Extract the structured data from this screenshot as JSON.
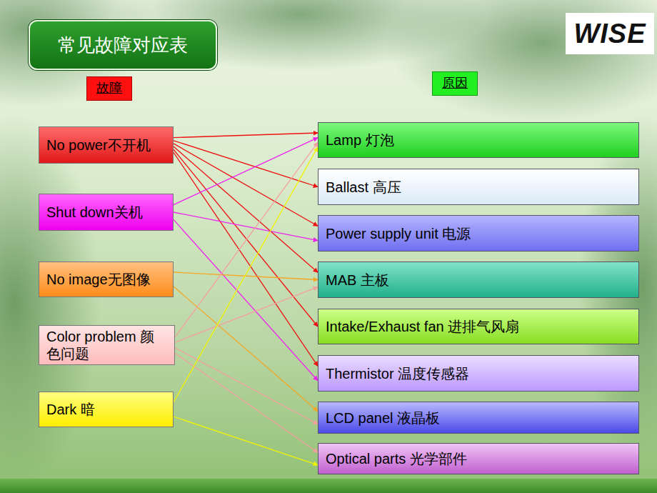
{
  "diagram": {
    "title": "常见故障对应表",
    "nodes": [
      {
        "text": [
          "故障"
        ]
      },
      {
        "text": [
          "原因"
        ]
      },
      {
        "text": [
          "No power不开机"
        ]
      },
      {
        "text": [
          "Shut down关机"
        ]
      },
      {
        "text": [
          "No image无图像"
        ]
      },
      {
        "text": [
          "Color problem 颜色问题"
        ]
      },
      {
        "text": [
          "Dark 暗"
        ]
      },
      {
        "text": [
          "Lamp 灯泡"
        ]
      },
      {
        "text": [
          "Ballast 高压"
        ]
      },
      {
        "text": [
          "Power supply unit 电源"
        ]
      },
      {
        "text": [
          "MAB 主板"
        ]
      },
      {
        "text": [
          "Intake/Exhaust fan 进排气风扇"
        ]
      },
      {
        "text": [
          "Thermistor 温度传感器"
        ]
      },
      {
        "text": [
          "LCD panel 液晶板"
        ]
      },
      {
        "text": [
          "Optical parts 光学部件"
        ]
      }
    ],
    "edges": [
      {
        "from": 2,
        "to": 7,
        "arrow": "to"
      },
      {
        "from": 2,
        "to": 8,
        "arrow": "to"
      },
      {
        "from": 2,
        "to": 9,
        "arrow": "to"
      },
      {
        "from": 2,
        "to": 10,
        "arrow": "to"
      },
      {
        "from": 2,
        "to": 11,
        "arrow": "to"
      },
      {
        "from": 2,
        "to": 12,
        "arrow": "to"
      },
      {
        "from": 3,
        "to": 7,
        "arrow": "to"
      },
      {
        "from": 3,
        "to": 9,
        "arrow": "to"
      },
      {
        "from": 3,
        "to": 12,
        "arrow": "to"
      },
      {
        "from": 4,
        "to": 10,
        "arrow": "to"
      },
      {
        "from": 4,
        "to": 13,
        "arrow": "to"
      },
      {
        "from": 5,
        "to": 7,
        "arrow": "to"
      },
      {
        "from": 5,
        "to": 10,
        "arrow": "to"
      },
      {
        "from": 5,
        "to": 13,
        "arrow": "to"
      },
      {
        "from": 5,
        "to": 14,
        "arrow": "to"
      },
      {
        "from": 6,
        "to": 7,
        "arrow": "to"
      },
      {
        "from": 6,
        "to": 14,
        "arrow": "to"
      }
    ],
    "labels": [
      "WISE"
    ]
  }
}
